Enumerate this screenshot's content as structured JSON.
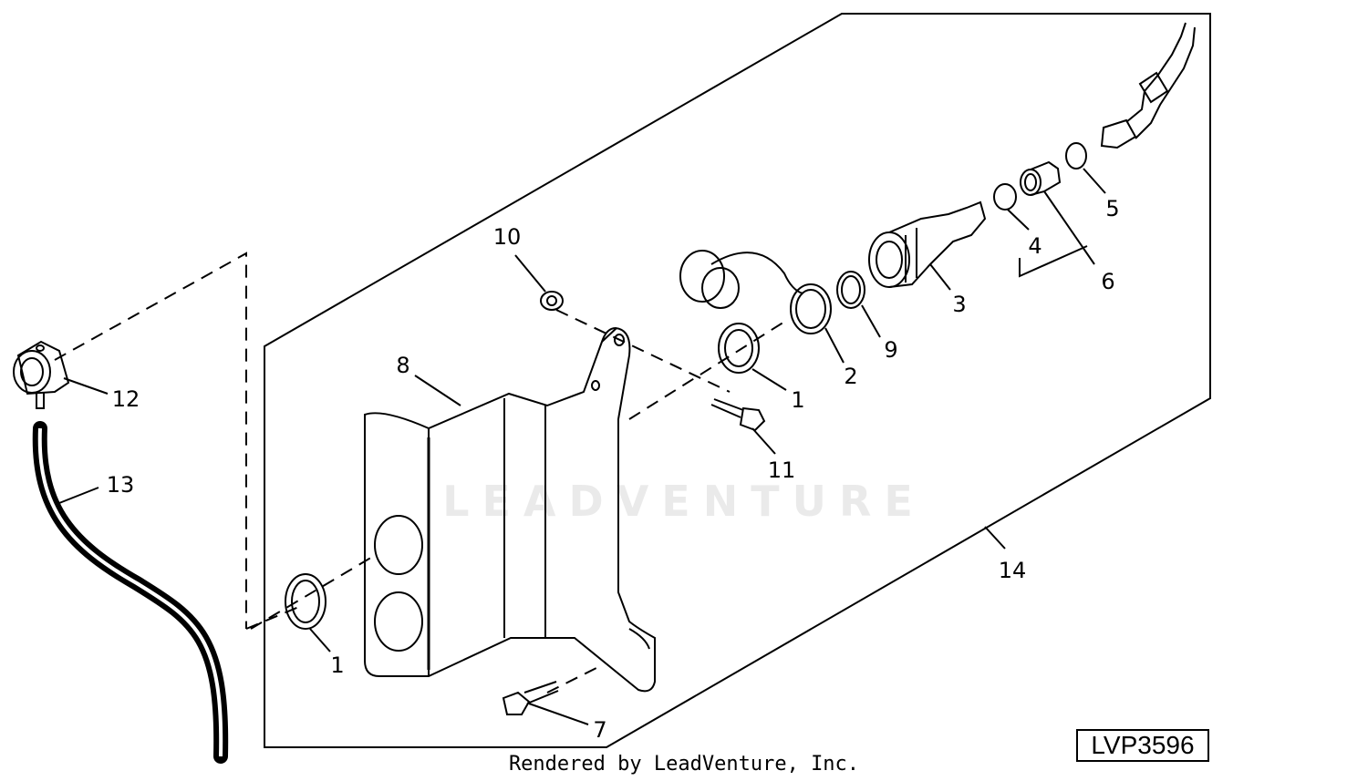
{
  "watermark": {
    "text": "LEADVENTURE"
  },
  "callouts": {
    "c1a": "1",
    "c1b": "1",
    "c2": "2",
    "c3": "3",
    "c4": "4",
    "c5": "5",
    "c6": "6",
    "c7": "7",
    "c8": "8",
    "c9": "9",
    "c10": "10",
    "c11": "11",
    "c12": "12",
    "c13": "13",
    "c14": "14"
  },
  "reference_code": "LVP3596",
  "footer": "Rendered by LeadVenture, Inc."
}
